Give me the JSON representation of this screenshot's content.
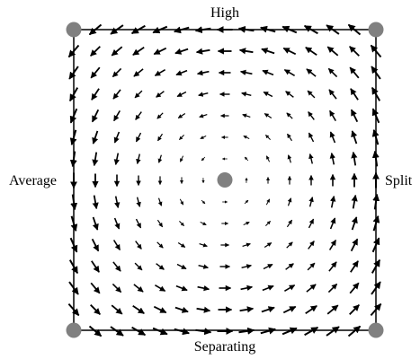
{
  "labels": {
    "top": "High",
    "bottom": "Separating",
    "left": "Average",
    "right": "Split"
  },
  "style": {
    "stroke": "#000000",
    "node_fill": "#808080"
  },
  "field": {
    "type": "vector-field-phase-portrait",
    "grid": 13,
    "circulation": "counterclockwise",
    "nodes": [
      "corner-top-left",
      "corner-top-right",
      "corner-bottom-left",
      "corner-bottom-right",
      "center"
    ]
  }
}
